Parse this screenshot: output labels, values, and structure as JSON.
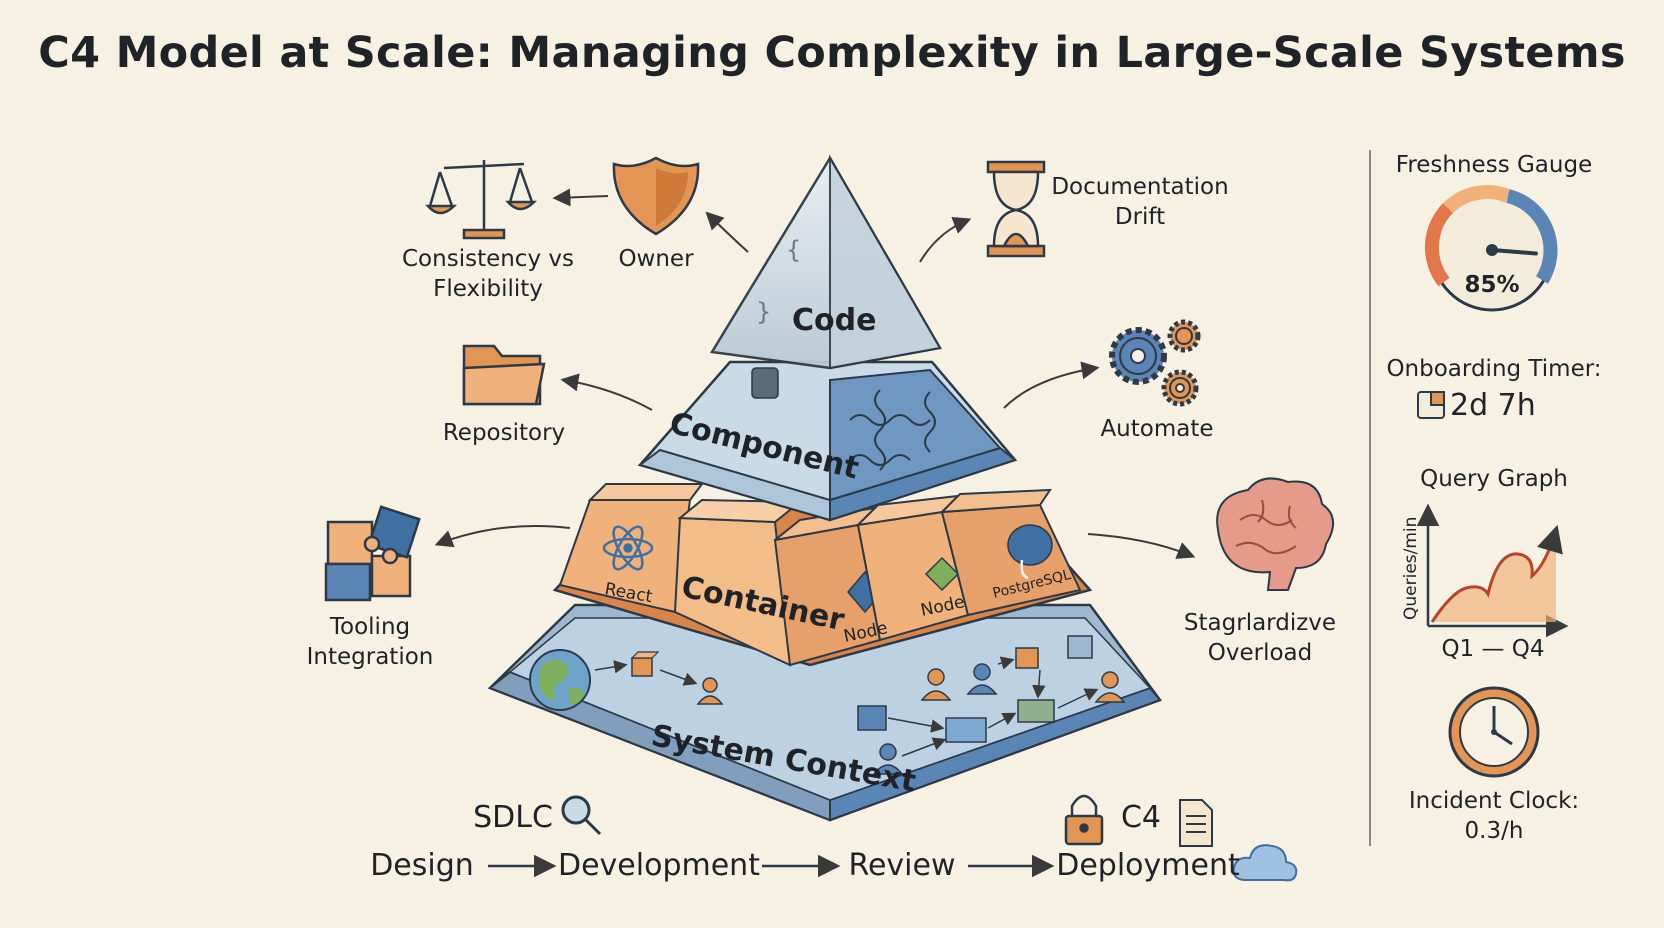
{
  "title": "C4 Model at Scale: Managing Complexity in Large-Scale Systems",
  "pyramid": {
    "levels": [
      "Code",
      "Component",
      "Container",
      "System Context"
    ],
    "container_tech": [
      "React",
      "Node",
      "Node",
      "PostgreSQL"
    ]
  },
  "concerns": {
    "consistency": "Consistency vs\nFlexibility",
    "owner": "Owner",
    "documentation_drift": "Documentation\nDrift",
    "repository": "Repository",
    "automate": "Automate",
    "tooling": "Tooling\nIntegration",
    "overload": "Stagrlardizve\nOverload"
  },
  "flow": {
    "sdlc_label": "SDLC",
    "c4_label": "C4",
    "steps": [
      "Design",
      "Development",
      "Review",
      "Deployment"
    ]
  },
  "sidebar": {
    "freshness_title": "Freshness Gauge",
    "freshness_value": "85%",
    "freshness_percent": 85,
    "onboarding_title": "Onboarding Timer:",
    "onboarding_value": "2d 7h",
    "query_title": "Query Graph",
    "query_ylabel": "Queries/min",
    "query_xlabel": "Q1 — Q4",
    "incident_title": "Incident Clock:",
    "incident_value": "0.3/h"
  },
  "colors": {
    "orange": "#e39553",
    "blue": "#5a86b5",
    "light_blue": "#c9dbe7",
    "dark": "#2c3a48",
    "paper": "#f7f1e3"
  }
}
